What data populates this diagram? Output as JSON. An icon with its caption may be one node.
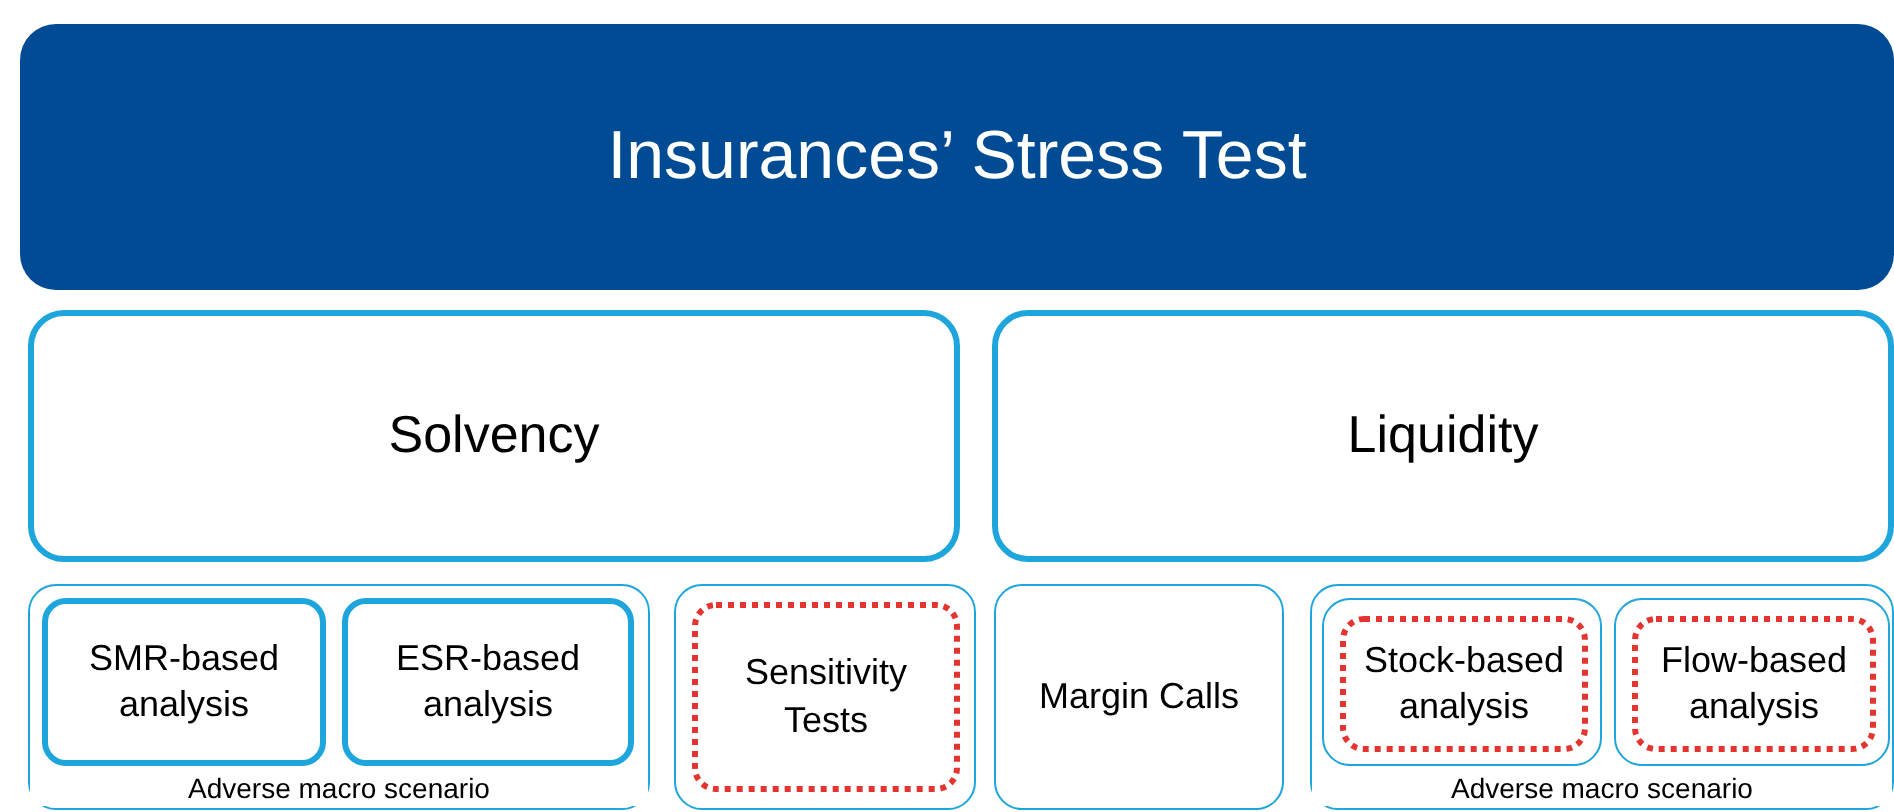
{
  "diagram": {
    "nodes": [
      {
        "text": [
          "Insurances’ Stress Test"
        ]
      },
      {
        "text": [
          "Solvency"
        ]
      },
      {
        "text": [
          "Liquidity"
        ]
      },
      {
        "text": [
          "Adverse macro scenario"
        ]
      },
      {
        "text": [
          "SMR-based analysis"
        ],
        "in": 3
      },
      {
        "text": [
          "ESR-based analysis"
        ],
        "in": 3
      },
      {
        "text": [],
        "shape": "box"
      },
      {
        "text": [
          "Sensitivity Tests"
        ],
        "in": 6
      },
      {
        "text": [
          "Margin Calls"
        ]
      },
      {
        "text": [
          "Adverse macro scenario"
        ]
      },
      {
        "text": [],
        "shape": "box",
        "in": 9
      },
      {
        "text": [
          "Stock-based analysis"
        ],
        "in": 10
      },
      {
        "text": [],
        "shape": "box",
        "in": 9
      },
      {
        "text": [
          "Flow-based analysis"
        ],
        "in": 12
      }
    ]
  }
}
